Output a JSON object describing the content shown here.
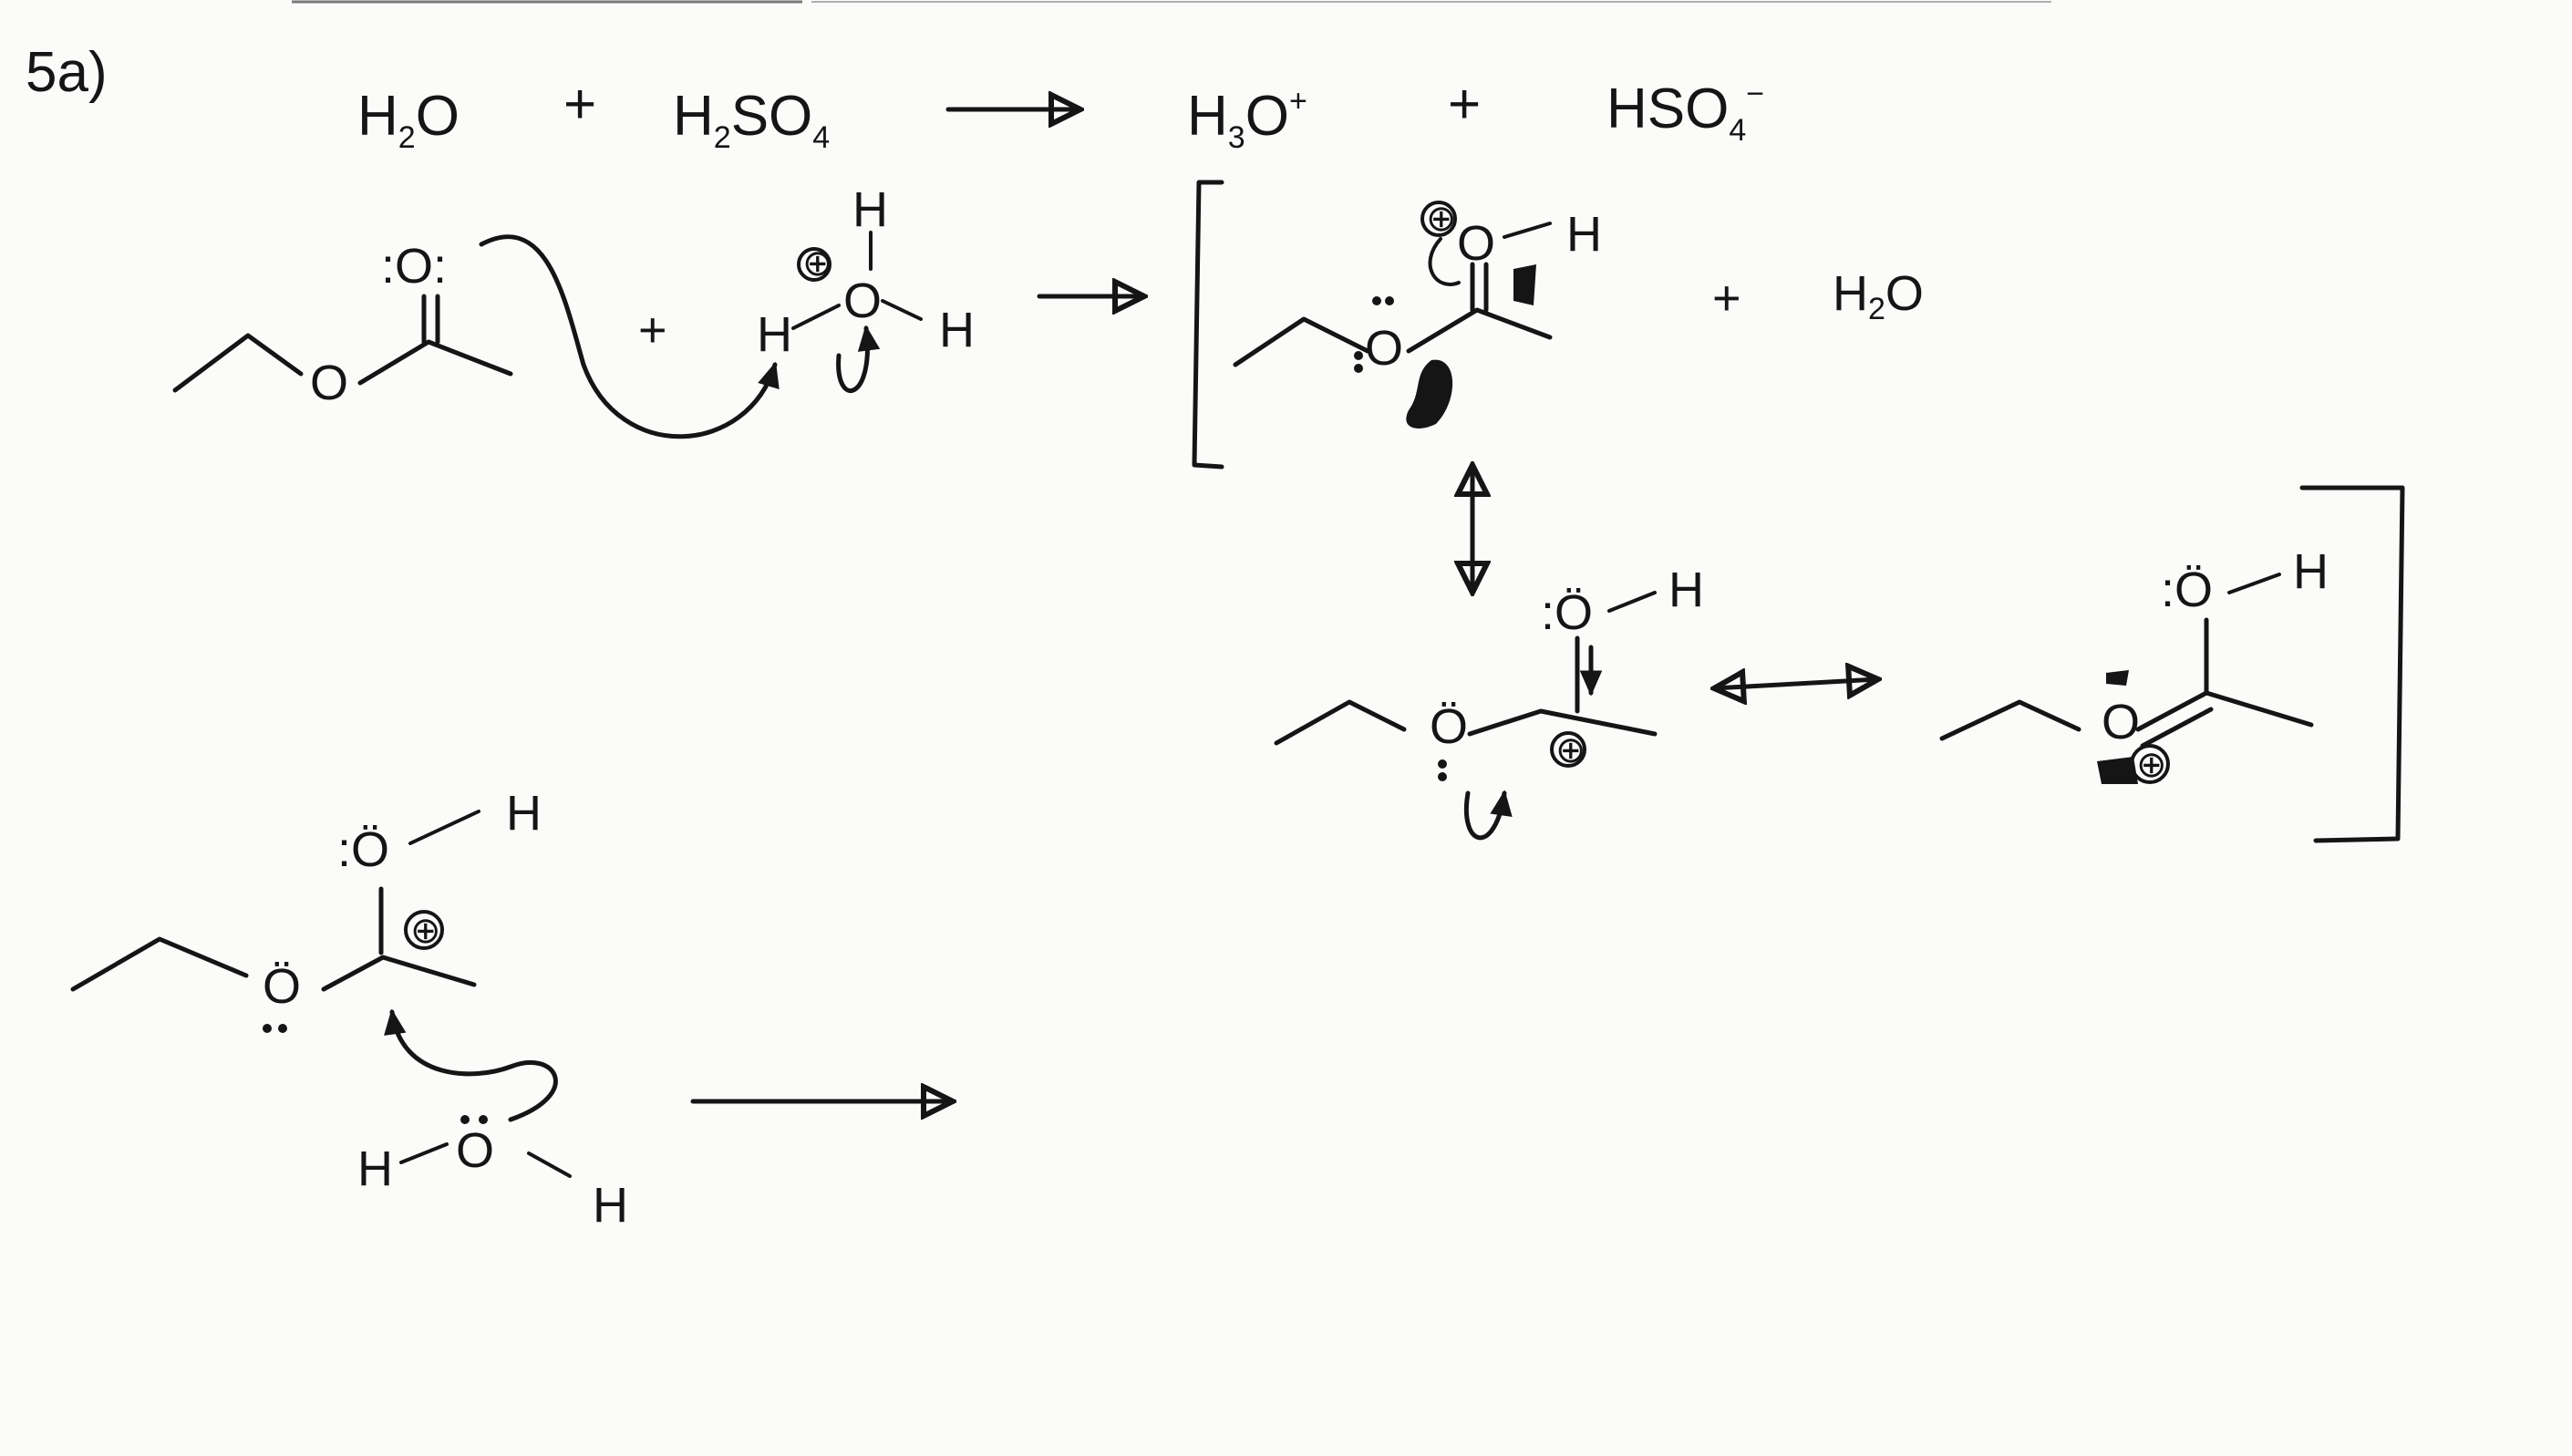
{
  "problem": {
    "label": "5a)"
  },
  "equation": {
    "reactant1": "H",
    "reactant1_sub": "2",
    "reactant1_tail": "O",
    "plus1": "+",
    "reactant2": "H",
    "reactant2_sub": "2",
    "reactant2_mid": "SO",
    "reactant2_sub2": "4",
    "product1": "H",
    "product1_sub": "3",
    "product1_tail": "O",
    "product1_sup": "+",
    "plus2": "+",
    "product2": "HSO",
    "product2_sub": "4",
    "product2_sup": "−"
  },
  "step1": {
    "ester_o_carbonyl": ":O:",
    "ester_o_ether": "O",
    "plus": "+",
    "hydronium_h_left": "H",
    "hydronium_h_right": "H",
    "hydronium_h_top": "H",
    "hydronium_o": "O",
    "hydronium_charge": "⊕",
    "protonated_h": "H",
    "protonated_o_ether": "O",
    "protonated_o_carbonyl": "O",
    "protonated_charge": "⊕",
    "plus_water": "+",
    "water": "H",
    "water_sub": "2",
    "water_tail": "O"
  },
  "resonance2": {
    "o_top": ":Ö",
    "h_top": "H",
    "o_ether": "Ö",
    "carbocation_charge": "⊕"
  },
  "resonance3": {
    "o_top": ":Ö",
    "h_top": "H",
    "o_ether": "O",
    "oxonium_charge": "⊕"
  },
  "step2": {
    "o_top": ":Ö",
    "h_top": "H",
    "o_ether": "Ö",
    "carbocation_charge": "⊕",
    "water_h_left": "H",
    "water_o": "O",
    "water_h_right": "H"
  }
}
